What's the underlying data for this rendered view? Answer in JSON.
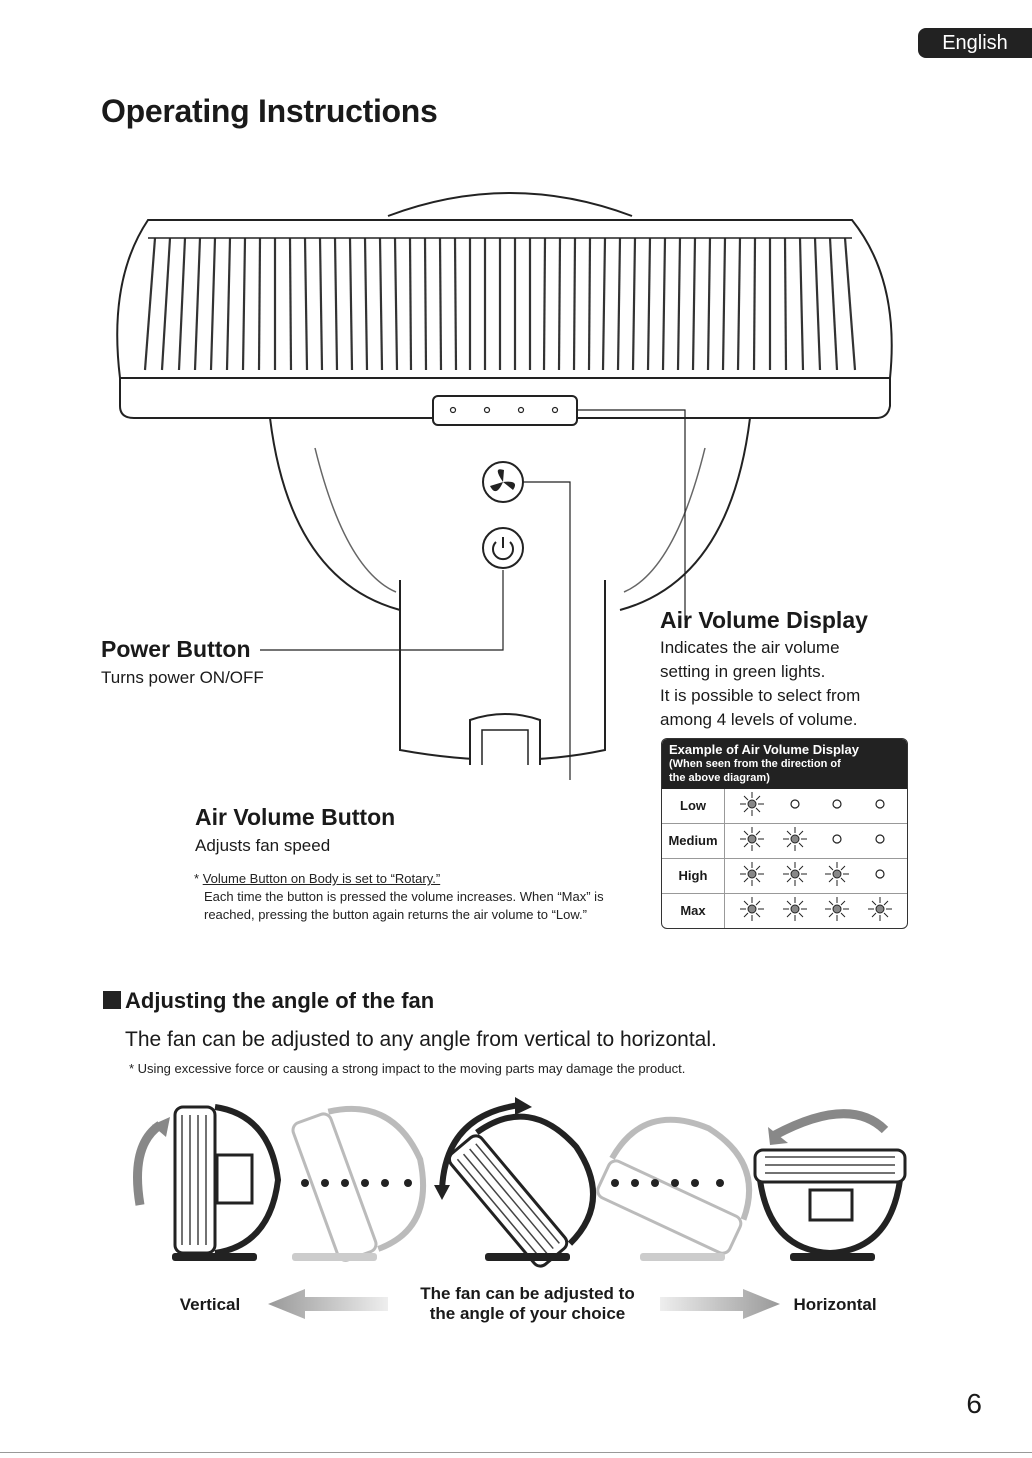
{
  "header": {
    "language": "English",
    "title": "Operating Instructions"
  },
  "power_button": {
    "title": "Power Button",
    "description": "Turns power ON/OFF"
  },
  "air_volume_display": {
    "title": "Air Volume Display",
    "lines": [
      "Indicates the air volume",
      "setting in green lights.",
      "It is possible to select from",
      "among 4 levels of volume."
    ]
  },
  "air_volume_button": {
    "title": "Air Volume Button",
    "description": "Adjusts fan speed",
    "note_marker": "*",
    "note_heading": "Volume Button on Body is set to “Rotary.”",
    "note_line1": "Each time the button is pressed the volume increases. When “Max” is",
    "note_line2": "reached, pressing the button again returns the air volume to “Low.”"
  },
  "display_table": {
    "title": "Example of Air Volume Display",
    "subtitle1": "(When seen from the direction of",
    "subtitle2": "the above diagram)",
    "rows": [
      {
        "label": "Low",
        "lit": 1
      },
      {
        "label": "Medium",
        "lit": 2
      },
      {
        "label": "High",
        "lit": 3
      },
      {
        "label": "Max",
        "lit": 4
      }
    ]
  },
  "angle_section": {
    "title": "Adjusting the angle of the fan",
    "description": "The fan can be adjusted to any angle from vertical to horizontal.",
    "note": "* Using excessive force or causing a strong impact to the moving parts may damage the product.",
    "left_label": "Vertical",
    "center_line1": "The fan can be adjusted to",
    "center_line2": "the angle of your choice",
    "right_label": "Horizontal"
  },
  "page_number": "6"
}
